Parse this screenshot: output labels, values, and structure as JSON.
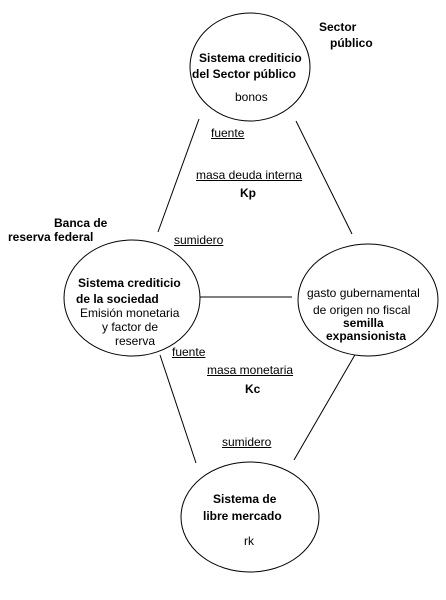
{
  "nodes": {
    "public": {
      "title_line1": "Sistema crediticio",
      "title_line2": "del Sector público",
      "detail": "bonos"
    },
    "society": {
      "title_line1": "Sistema crediticio",
      "title_line2": "de la sociedad",
      "detail_line1": "Emisión monetaria",
      "detail_line2": "y  factor de",
      "detail_line3": "reserva"
    },
    "spending": {
      "line1": "gasto gubernamental",
      "line2": "de origen no fiscal",
      "line3": "semilla",
      "line4": "expansionista"
    },
    "market": {
      "title_line1": "Sistema de",
      "title_line2": "libre mercado",
      "detail": "rk"
    }
  },
  "labels": {
    "sector_publico_line1": "Sector",
    "sector_publico_line2": "público",
    "banca_line1": "Banca de",
    "banca_line2": "reserva federal",
    "fuente_top": "fuente",
    "masa_deuda": "masa deuda interna",
    "kp": "Kp",
    "sumidero_top": "sumidero",
    "fuente_bottom": "fuente",
    "masa_monetaria": "masa monetaria",
    "kc": "Kc",
    "sumidero_bottom": "sumidero"
  }
}
